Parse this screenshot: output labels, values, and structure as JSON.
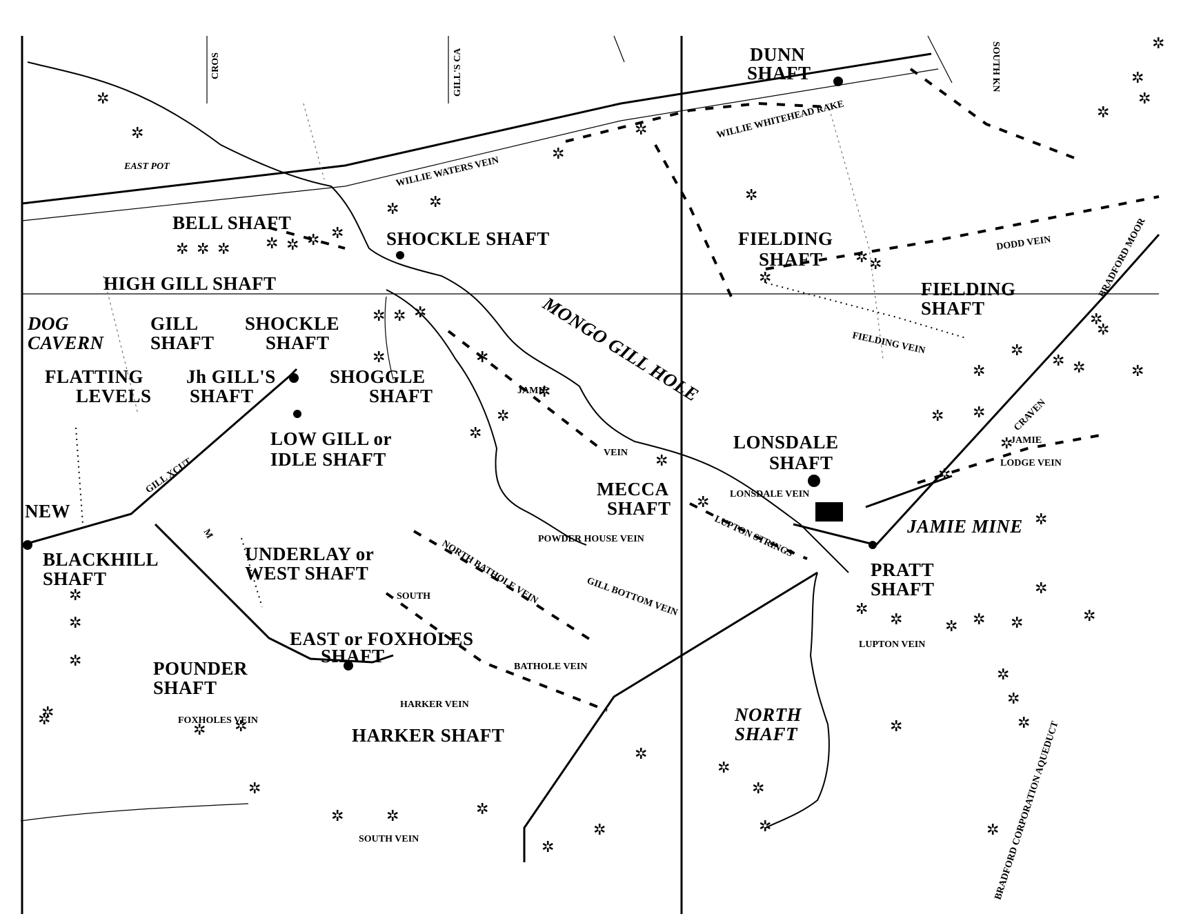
{
  "labels": {
    "dunn_shaft": [
      "DUNN",
      "SHAFT"
    ],
    "willie_whitehead_rake": "WILLIE WHITEHEAD RAKE",
    "willie_waters_vein": "WILLIE WATERS VEIN",
    "east_pot": "EAST POT",
    "bell_shaft": "BELL SHAFT",
    "shockle_shaft_top": "SHOCKLE SHAFT",
    "high_gill_shaft": "HIGH GILL SHAFT",
    "dog_cavern": [
      "DOG",
      "CAVERN"
    ],
    "gill_shaft": [
      "GILL",
      "SHAFT"
    ],
    "shockle_shaft_mid": [
      "SHOCKLE",
      "SHAFT"
    ],
    "flatting_levels": [
      "FLATTING",
      "LEVELS"
    ],
    "jh_gills_shaft": [
      "Jh GILL'S",
      "SHAFT"
    ],
    "shoggle_shaft": [
      "SHOGGLE",
      "SHAFT"
    ],
    "low_gill_shaft": [
      "LOW GILL or",
      "IDLE SHAFT"
    ],
    "mongo_gill_hole": "MONGO GILL HOLE",
    "jamie_vein": [
      "JAMIE",
      "VEIN"
    ],
    "fielding_shaft_1": [
      "FIELDING",
      "SHAFT"
    ],
    "fielding_shaft_2": [
      "FIELDING",
      "SHAFT"
    ],
    "fielding_vein": "FIELDING VEIN",
    "dodd_vein": "DODD VEIN",
    "bradford_moor": "BRADFORD MOOR",
    "craven": "CRAVEN",
    "jamie_lodge_vein": [
      "JAMIE",
      "LODGE VEIN"
    ],
    "lonsdale_shaft": [
      "LONSDALE",
      "SHAFT"
    ],
    "lonsdale_vein": "LONSDALE VEIN",
    "mecca_shaft": [
      "MECCA",
      "SHAFT"
    ],
    "lupton_strings": "LUPTON STRINGS",
    "jamie_mine": "JAMIE MINE",
    "powder_house_vein": "POWDER HOUSE VEIN",
    "new": "NEW",
    "gill_xcut": "GILL XCUT",
    "blackhill_shaft": [
      "BLACKHILL",
      "SHAFT"
    ],
    "underlay_shaft": [
      "UNDERLAY or",
      "WEST SHAFT"
    ],
    "north_bathole_vein": "NORTH BATHOLE VEIN",
    "south_bathole_vein": [
      "SOUTH",
      "BATHOLE VEIN"
    ],
    "gill_bottom_vein": "GILL BOTTOM VEIN",
    "pratt_shaft": [
      "PRATT",
      "SHAFT"
    ],
    "lupton_vein": "LUPTON VEIN",
    "east_foxholes_shaft": [
      "EAST or FOXHOLES",
      "SHAFT"
    ],
    "pounder_shaft": [
      "POUNDER",
      "SHAFT"
    ],
    "harker_vein": "HARKER VEIN",
    "foxholes_vein": "FOXHOLES VEIN",
    "harker_shaft": "HARKER SHAFT",
    "north_shaft": [
      "NORTH",
      "SHAFT"
    ],
    "south_vein": "SOUTH VEIN",
    "bradford_aqueduct": "BRADFORD CORPORATION AQUEDUCT",
    "road_cross": "CROS",
    "gills_ca": "GILL'S CA",
    "south_kn": "SOUTH KN",
    "m_and": "M"
  }
}
